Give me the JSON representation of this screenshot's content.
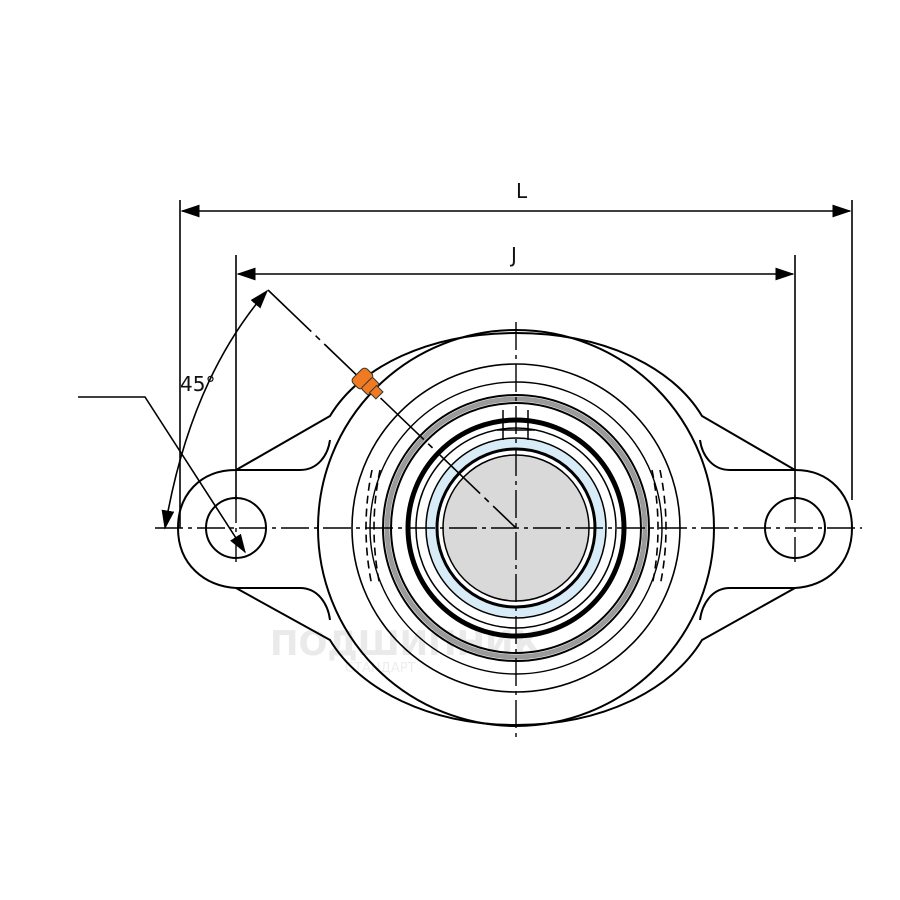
{
  "diagram": {
    "title": "Two-bolt flange bearing unit",
    "dimensions": {
      "overall_length": "L",
      "bolt_spacing": "J",
      "angle": "45°"
    },
    "watermark": {
      "line1": "ПОДШИПНИК",
      "line2": "СТАНДАРТ"
    },
    "colors": {
      "grease_nipple": "#f07a22",
      "inner_ring": "#d8ecf8",
      "shaft": "#d9d9d9",
      "seal": "#9a9a9a"
    }
  }
}
